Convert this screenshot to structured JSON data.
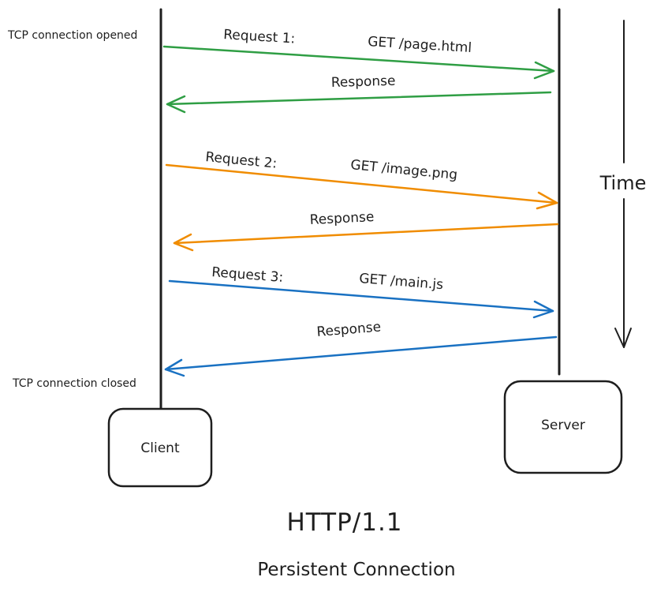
{
  "title": "HTTP/1.1",
  "subtitle": "Persistent Connection",
  "participants": {
    "client": "Client",
    "server": "Server"
  },
  "notes": {
    "opened": "TCP connection opened",
    "closed": "TCP connection closed"
  },
  "time_label": "Time",
  "colors": {
    "green": "#2f9e44",
    "orange": "#f08c00",
    "blue": "#1971c2",
    "ink": "#1e1e1e"
  },
  "messages": [
    {
      "label": "Request 1:",
      "detail": "GET /page.html",
      "direction": "client-to-server",
      "color": "#2f9e44"
    },
    {
      "label": "Response",
      "direction": "server-to-client",
      "color": "#2f9e44"
    },
    {
      "label": "Request 2:",
      "detail": "GET /image.png",
      "direction": "client-to-server",
      "color": "#f08c00"
    },
    {
      "label": "Response",
      "direction": "server-to-client",
      "color": "#f08c00"
    },
    {
      "label": "Request 3:",
      "detail": "GET /main.js",
      "direction": "client-to-server",
      "color": "#1971c2"
    },
    {
      "label": "Response",
      "direction": "server-to-client",
      "color": "#1971c2"
    }
  ]
}
